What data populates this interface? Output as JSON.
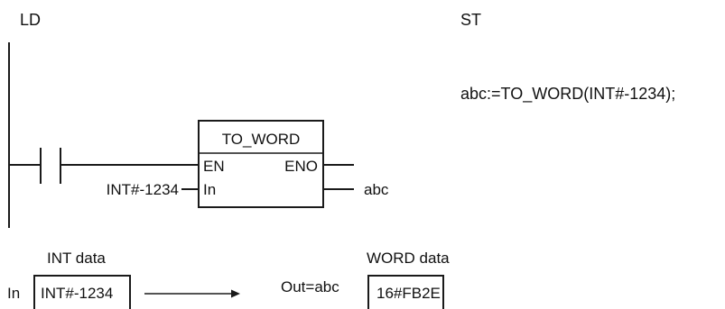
{
  "ld_label": "LD",
  "st_label": "ST",
  "st_code": "abc:=TO_WORD(INT#-1234);",
  "function_block": {
    "name": "TO_WORD",
    "input_en": "EN",
    "output_eno": "ENO",
    "input_in": "In"
  },
  "in_argument": "INT#-1234",
  "out_variable": "abc",
  "conversion": {
    "in_caption": "INT data",
    "in_label": "In",
    "in_value": "INT#-1234",
    "out_caption": "WORD data",
    "out_label": "Out=abc",
    "out_value": "16#FB2E"
  },
  "colors": {
    "line": "#1a1a1a",
    "text": "#111111",
    "background": "#ffffff"
  }
}
